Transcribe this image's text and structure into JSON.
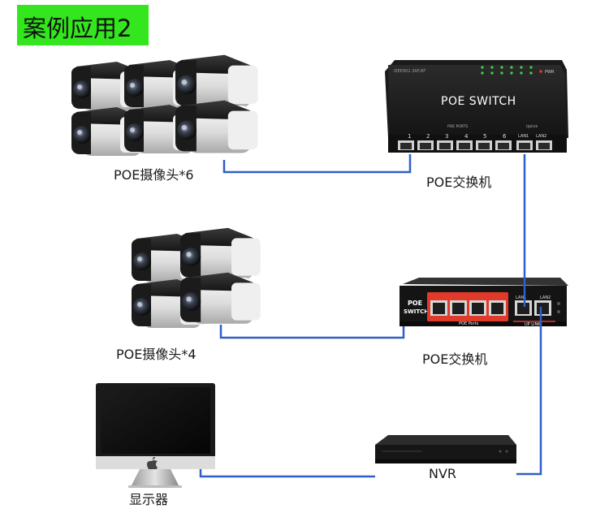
{
  "title": "案例应用2",
  "labels": {
    "cameras_top": "POE摄像头*6",
    "cameras_mid": "POE摄像头*4",
    "switch_top": "POE交换机",
    "switch_mid": "POE交换机",
    "monitor": "显示器",
    "nvr": "NVR"
  },
  "switch_top": {
    "face_text": "POE SWITCH",
    "model_text": "IEEE802.3AF/AT",
    "power_text": "PWR",
    "ports_caption": "POE PORTS",
    "uplink_caption": "Uplink",
    "port_numbers": [
      "1",
      "2",
      "3",
      "4",
      "5",
      "6"
    ],
    "lan_labels": [
      "LAN1",
      "LAN2"
    ]
  },
  "switch_mid": {
    "face_text_1": "POE",
    "face_text_2": "SWITCH",
    "ports_caption": "POE Ports",
    "uplink_caption": "UP LINK",
    "lan_labels": [
      "LAN1",
      "LAN2"
    ]
  },
  "colors": {
    "title_bg": "#33e61e",
    "cable": "#2f5fc8",
    "poe_accent": "#e23a2a",
    "device_dark": "#1e1e1e"
  }
}
